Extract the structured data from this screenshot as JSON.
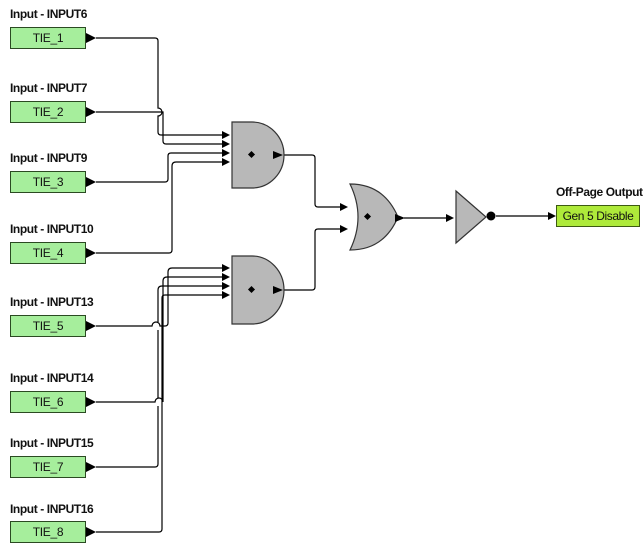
{
  "inputs": [
    {
      "label": "Input - INPUT6",
      "tie": "TIE_1"
    },
    {
      "label": "Input - INPUT7",
      "tie": "TIE_2"
    },
    {
      "label": "Input - INPUT9",
      "tie": "TIE_3"
    },
    {
      "label": "Input - INPUT10",
      "tie": "TIE_4"
    },
    {
      "label": "Input - INPUT13",
      "tie": "TIE_5"
    },
    {
      "label": "Input - INPUT14",
      "tie": "TIE_6"
    },
    {
      "label": "Input - INPUT15",
      "tie": "TIE_7"
    },
    {
      "label": "Input - INPUT16",
      "tie": "TIE_8"
    }
  ],
  "output": {
    "label": "Off-Page Output",
    "value": "Gen 5 Disable"
  },
  "gates": {
    "and_count": 2,
    "and_inputs": 4,
    "or_inputs": 2,
    "inverter": true
  },
  "colors": {
    "input_fill": "#a6ee9c",
    "output_fill": "#aeea3a",
    "gate_fill": "#b8b8b8",
    "wire": "#000000"
  }
}
